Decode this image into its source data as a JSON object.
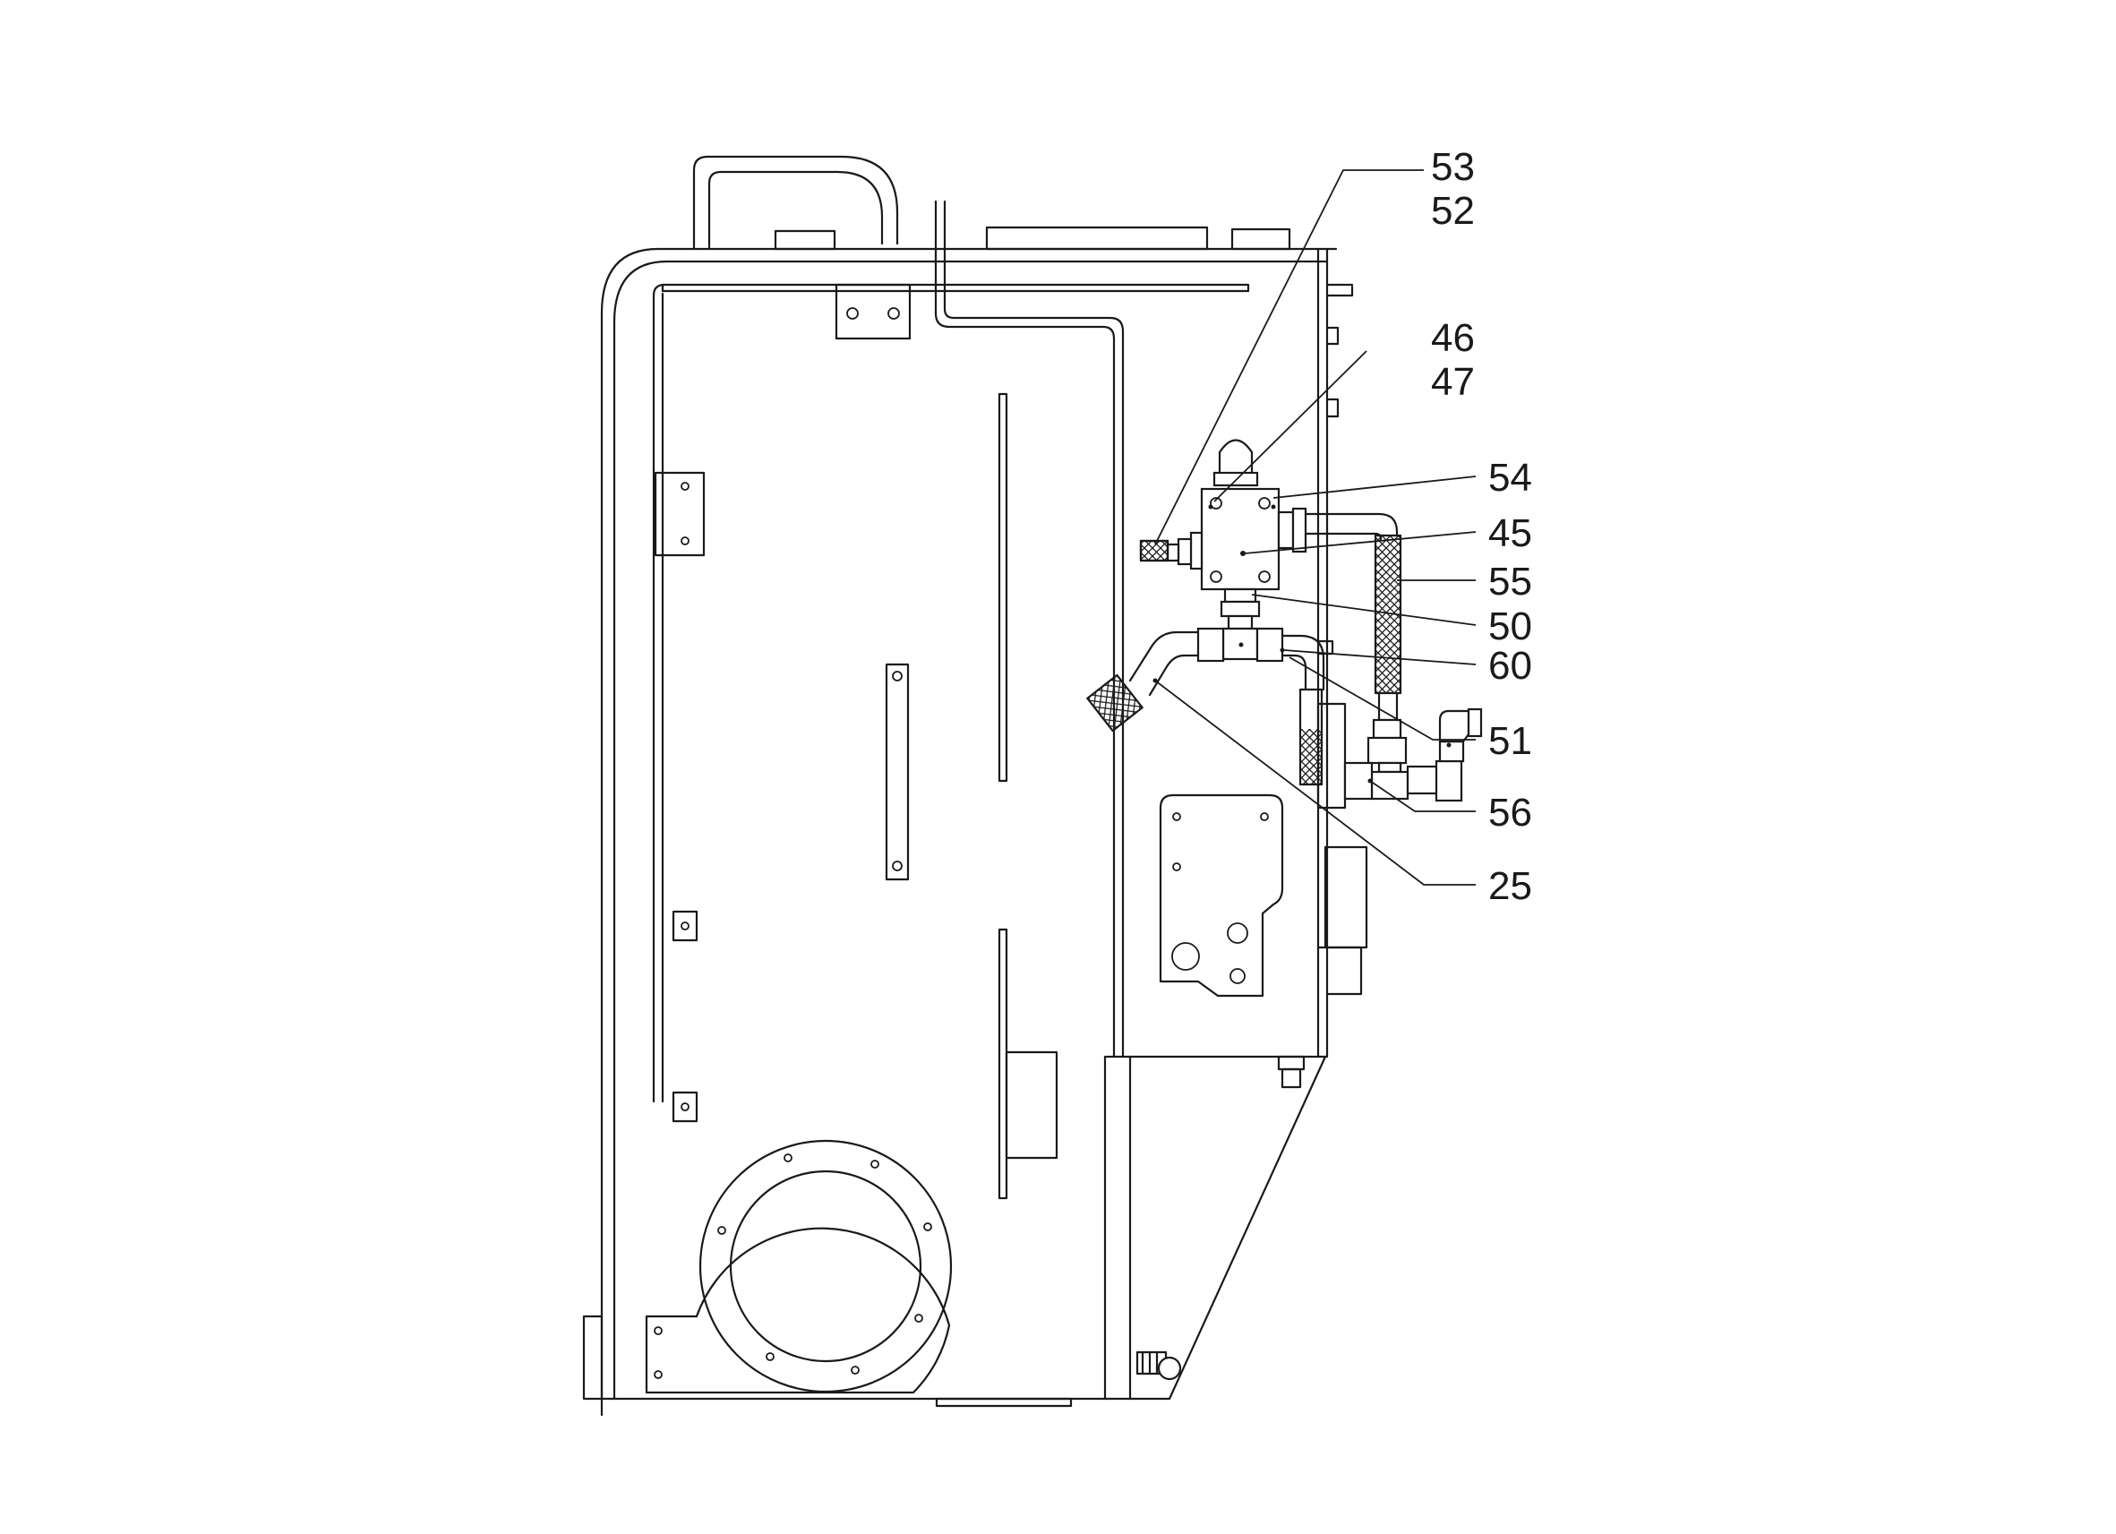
{
  "callouts": {
    "c53": "53",
    "c52": "52",
    "c46": "46",
    "c47": "47",
    "c54": "54",
    "c45": "45",
    "c55": "55",
    "c50": "50",
    "c60": "60",
    "c51": "51",
    "c56": "56",
    "c25": "25"
  },
  "colors": {
    "line": "#1a1a1a",
    "background": "#ffffff"
  }
}
